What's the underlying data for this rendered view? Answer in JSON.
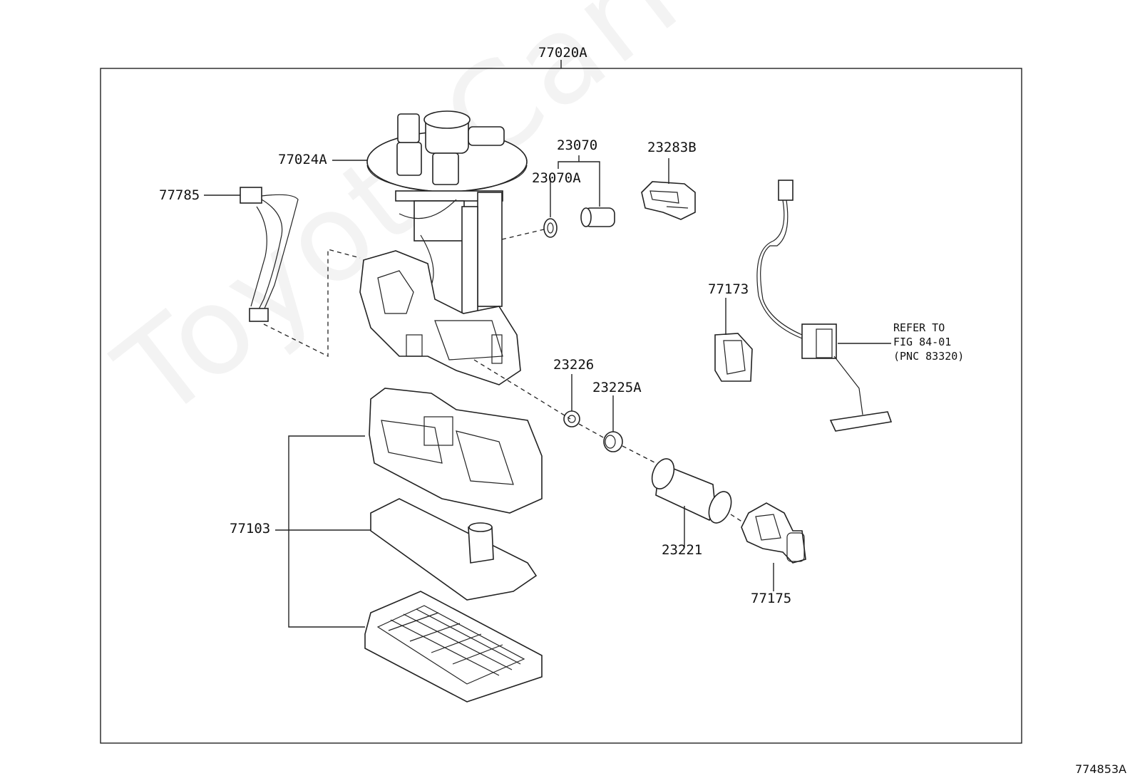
{
  "diagram": {
    "assembly_label": "77020A",
    "figure_id": "774853A",
    "watermark": "ToyotaCarMine.ru",
    "parts": {
      "p77024A": "77024A",
      "p77785": "77785",
      "p23070": "23070",
      "p23070A": "23070A",
      "p23283B": "23283B",
      "p77173": "77173",
      "p23226": "23226",
      "p23225A": "23225A",
      "p23221": "23221",
      "p77175": "77175",
      "p77103": "77103"
    },
    "reference": {
      "line1": "REFER TO",
      "line2": "FIG 84-01",
      "line3": "(PNC 83320)"
    }
  }
}
